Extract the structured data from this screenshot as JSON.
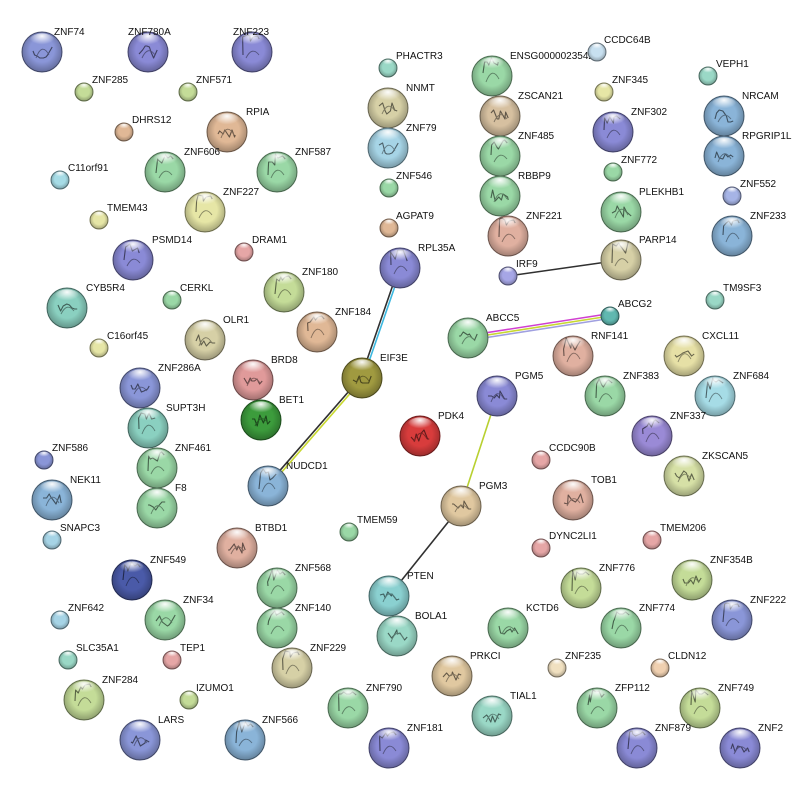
{
  "nodes": [
    {
      "id": "ZNF74",
      "label": "ZNF74",
      "color": "#8a96d8",
      "big": true
    },
    {
      "id": "ZNF780A",
      "label": "ZNF780A",
      "color": "#8a8ad6",
      "big": true
    },
    {
      "id": "ZNF223",
      "label": "ZNF223",
      "color": "#8a8ad6",
      "big": true
    },
    {
      "id": "ZNF285",
      "label": "ZNF285",
      "color": "#c4dc98",
      "big": false
    },
    {
      "id": "ZNF571",
      "label": "ZNF571",
      "color": "#c4dc98",
      "big": false
    },
    {
      "id": "DHRS12",
      "label": "DHRS12",
      "color": "#e0b896",
      "big": false
    },
    {
      "id": "RPIA",
      "label": "RPIA",
      "color": "#e0b896",
      "big": true
    },
    {
      "id": "C11orf91",
      "label": "C11orf91",
      "color": "#a6dce6",
      "big": false
    },
    {
      "id": "ZNF606",
      "label": "ZNF606",
      "color": "#9ad8a6",
      "big": true
    },
    {
      "id": "ZNF587",
      "label": "ZNF587",
      "color": "#9ad8a6",
      "big": true
    },
    {
      "id": "TMEM43",
      "label": "TMEM43",
      "color": "#e6e6a6",
      "big": false
    },
    {
      "id": "ZNF227",
      "label": "ZNF227",
      "color": "#e6e6a6",
      "big": true
    },
    {
      "id": "PSMD14",
      "label": "PSMD14",
      "color": "#8a8ad6",
      "big": true
    },
    {
      "id": "DRAM1",
      "label": "DRAM1",
      "color": "#e6a6a6",
      "big": false
    },
    {
      "id": "CYB5R4",
      "label": "CYB5R4",
      "color": "#8ad0c0",
      "big": true
    },
    {
      "id": "CERKL",
      "label": "CERKL",
      "color": "#9ad8a6",
      "big": false
    },
    {
      "id": "ZNF180",
      "label": "ZNF180",
      "color": "#c4dc98",
      "big": true
    },
    {
      "id": "C16orf45",
      "label": "C16orf45",
      "color": "#e6e6a6",
      "big": false
    },
    {
      "id": "OLR1",
      "label": "OLR1",
      "color": "#d6d0a6",
      "big": true
    },
    {
      "id": "ZNF184",
      "label": "ZNF184",
      "color": "#e0b896",
      "big": true
    },
    {
      "id": "ZNF286A",
      "label": "ZNF286A",
      "color": "#8a96d8",
      "big": true
    },
    {
      "id": "BRD8",
      "label": "BRD8",
      "color": "#e09a9a",
      "big": true
    },
    {
      "id": "SUPT3H",
      "label": "SUPT3H",
      "color": "#8ad0c0",
      "big": true
    },
    {
      "id": "BET1",
      "label": "BET1",
      "color": "#3c9c3c",
      "big": true
    },
    {
      "id": "ZNF586",
      "label": "ZNF586",
      "color": "#8a96d8",
      "big": false
    },
    {
      "id": "ZNF461",
      "label": "ZNF461",
      "color": "#9ad8a6",
      "big": true
    },
    {
      "id": "NEK11",
      "label": "NEK11",
      "color": "#8ab4d8",
      "big": true
    },
    {
      "id": "F8",
      "label": "F8",
      "color": "#9ad8a6",
      "big": true
    },
    {
      "id": "NUDCD1",
      "label": "NUDCD1",
      "color": "#8ab4d8",
      "big": true
    },
    {
      "id": "SNAPC3",
      "label": "SNAPC3",
      "color": "#a6d4e6",
      "big": false
    },
    {
      "id": "BTBD1",
      "label": "BTBD1",
      "color": "#e0b0a0",
      "big": true
    },
    {
      "id": "TMEM59",
      "label": "TMEM59",
      "color": "#9ad8a6",
      "big": false
    },
    {
      "id": "ZNF549",
      "label": "ZNF549",
      "color": "#4a5aa8",
      "big": true
    },
    {
      "id": "ZNF568",
      "label": "ZNF568",
      "color": "#9ad8a6",
      "big": true
    },
    {
      "id": "ZNF642",
      "label": "ZNF642",
      "color": "#a6d4e6",
      "big": false
    },
    {
      "id": "ZNF34",
      "label": "ZNF34",
      "color": "#9ad8a6",
      "big": true
    },
    {
      "id": "ZNF140",
      "label": "ZNF140",
      "color": "#9ad8a6",
      "big": true
    },
    {
      "id": "TEP1",
      "label": "TEP1",
      "color": "#e6a6a6",
      "big": false
    },
    {
      "id": "SLC35A1",
      "label": "SLC35A1",
      "color": "#9ad8c6",
      "big": false
    },
    {
      "id": "ZNF229",
      "label": "ZNF229",
      "color": "#d6d0a6",
      "big": true
    },
    {
      "id": "ZNF284",
      "label": "ZNF284",
      "color": "#c4dc98",
      "big": true
    },
    {
      "id": "IZUMO1",
      "label": "IZUMO1",
      "color": "#c4dc98",
      "big": false
    },
    {
      "id": "LARS",
      "label": "LARS",
      "color": "#8a96d8",
      "big": true
    },
    {
      "id": "ZNF566",
      "label": "ZNF566",
      "color": "#8ab4d8",
      "big": true
    },
    {
      "id": "PHACTR3",
      "label": "PHACTR3",
      "color": "#9ad8c6",
      "big": false
    },
    {
      "id": "NNMT",
      "label": "NNMT",
      "color": "#d6d0a6",
      "big": true
    },
    {
      "id": "ZNF79",
      "label": "ZNF79",
      "color": "#a6d4e6",
      "big": true
    },
    {
      "id": "ZNF546",
      "label": "ZNF546",
      "color": "#9ad8a6",
      "big": false
    },
    {
      "id": "AGPAT9",
      "label": "AGPAT9",
      "color": "#e0b896",
      "big": false
    },
    {
      "id": "RPL35A",
      "label": "RPL35A",
      "color": "#8a8ad6",
      "big": true
    },
    {
      "id": "EIF3E",
      "label": "EIF3E",
      "color": "#a09a40",
      "big": true
    },
    {
      "id": "ENSG00000235423",
      "label": "ENSG00000235423",
      "color": "#9ad8a6",
      "big": true
    },
    {
      "id": "CCDC64B",
      "label": "CCDC64B",
      "color": "#c8e0f0",
      "big": false
    },
    {
      "id": "ZSCAN21",
      "label": "ZSCAN21",
      "color": "#d6c0a0",
      "big": true
    },
    {
      "id": "ZNF345",
      "label": "ZNF345",
      "color": "#e6e6a6",
      "big": false
    },
    {
      "id": "VEPH1",
      "label": "VEPH1",
      "color": "#9ad8c6",
      "big": false
    },
    {
      "id": "ZNF485",
      "label": "ZNF485",
      "color": "#9ad8a6",
      "big": true
    },
    {
      "id": "ZNF302",
      "label": "ZNF302",
      "color": "#8a8ad6",
      "big": true
    },
    {
      "id": "NRCAM",
      "label": "NRCAM",
      "color": "#8ab4d8",
      "big": true
    },
    {
      "id": "RPGRIP1L",
      "label": "RPGRIP1L",
      "color": "#8ab4d8",
      "big": true
    },
    {
      "id": "RBBP9",
      "label": "RBBP9",
      "color": "#9ad8a6",
      "big": true
    },
    {
      "id": "ZNF772",
      "label": "ZNF772",
      "color": "#9ad8a6",
      "big": false
    },
    {
      "id": "ZNF552",
      "label": "ZNF552",
      "color": "#a6b4e6",
      "big": false
    },
    {
      "id": "ZNF221",
      "label": "ZNF221",
      "color": "#e0b0a0",
      "big": true
    },
    {
      "id": "PLEKHB1",
      "label": "PLEKHB1",
      "color": "#9ad8a6",
      "big": true
    },
    {
      "id": "ZNF233",
      "label": "ZNF233",
      "color": "#8ab4d8",
      "big": true
    },
    {
      "id": "IRF9",
      "label": "IRF9",
      "color": "#a6a6e6",
      "big": false
    },
    {
      "id": "PARP14",
      "label": "PARP14",
      "color": "#d6d0a6",
      "big": true
    },
    {
      "id": "TM9SF3",
      "label": "TM9SF3",
      "color": "#9ad8c6",
      "big": false
    },
    {
      "id": "ABCC5",
      "label": "ABCC5",
      "color": "#9ad8a6",
      "big": true
    },
    {
      "id": "ABCG2",
      "label": "ABCG2",
      "color": "#60b8b0",
      "big": false
    },
    {
      "id": "RNF141",
      "label": "RNF141",
      "color": "#e0b0a0",
      "big": true
    },
    {
      "id": "CXCL11",
      "label": "CXCL11",
      "color": "#e6e0a6",
      "big": true
    },
    {
      "id": "PGM5",
      "label": "PGM5",
      "color": "#8a8ad6",
      "big": true
    },
    {
      "id": "ZNF383",
      "label": "ZNF383",
      "color": "#9ad8a6",
      "big": true
    },
    {
      "id": "ZNF684",
      "label": "ZNF684",
      "color": "#a6dce6",
      "big": true
    },
    {
      "id": "PDK4",
      "label": "PDK4",
      "color": "#d83c3c",
      "big": true
    },
    {
      "id": "ZNF337",
      "label": "ZNF337",
      "color": "#9a8ad6",
      "big": true
    },
    {
      "id": "CCDC90B",
      "label": "CCDC90B",
      "color": "#e6a6a6",
      "big": false
    },
    {
      "id": "ZKSCAN5",
      "label": "ZKSCAN5",
      "color": "#d6e0a6",
      "big": true
    },
    {
      "id": "PGM3",
      "label": "PGM3",
      "color": "#e0c8a0",
      "big": true
    },
    {
      "id": "TOB1",
      "label": "TOB1",
      "color": "#e0b0a0",
      "big": true
    },
    {
      "id": "DYNC2LI1",
      "label": "DYNC2LI1",
      "color": "#e6a6a6",
      "big": false
    },
    {
      "id": "TMEM206",
      "label": "TMEM206",
      "color": "#e6a6a6",
      "big": false
    },
    {
      "id": "ZNF354B",
      "label": "ZNF354B",
      "color": "#c4dc98",
      "big": true
    },
    {
      "id": "ZNF776",
      "label": "ZNF776",
      "color": "#c4dc98",
      "big": true
    },
    {
      "id": "PTEN",
      "label": "PTEN",
      "color": "#8ad0d0",
      "big": true
    },
    {
      "id": "ZNF222",
      "label": "ZNF222",
      "color": "#8a96d8",
      "big": true
    },
    {
      "id": "BOLA1",
      "label": "BOLA1",
      "color": "#9ad8c6",
      "big": true
    },
    {
      "id": "KCTD6",
      "label": "KCTD6",
      "color": "#9ad8a6",
      "big": true
    },
    {
      "id": "ZNF774",
      "label": "ZNF774",
      "color": "#9ad8a6",
      "big": true
    },
    {
      "id": "PRKCI",
      "label": "PRKCI",
      "color": "#e0c8a0",
      "big": true
    },
    {
      "id": "ZNF235",
      "label": "ZNF235",
      "color": "#f0e0c0",
      "big": false
    },
    {
      "id": "CLDN12",
      "label": "CLDN12",
      "color": "#f0d0b0",
      "big": false
    },
    {
      "id": "ZNF790",
      "label": "ZNF790",
      "color": "#9ad8a6",
      "big": true
    },
    {
      "id": "TIAL1",
      "label": "TIAL1",
      "color": "#9ad8c6",
      "big": true
    },
    {
      "id": "ZFP112",
      "label": "ZFP112",
      "color": "#9ad8a6",
      "big": true
    },
    {
      "id": "ZNF749",
      "label": "ZNF749",
      "color": "#c4dc98",
      "big": true
    },
    {
      "id": "ZNF181",
      "label": "ZNF181",
      "color": "#8a8ad6",
      "big": true
    },
    {
      "id": "ZNF879",
      "label": "ZNF879",
      "color": "#8a8ad6",
      "big": true
    },
    {
      "id": "ZNF2",
      "label": "ZNF2",
      "color": "#8a8ad6",
      "big": true
    }
  ],
  "edges": [
    {
      "source": "RPL35A",
      "target": "EIF3E",
      "colors": [
        "#3cb8e0",
        "#303030"
      ]
    },
    {
      "source": "EIF3E",
      "target": "NUDCD1",
      "colors": [
        "#c8d830",
        "#303030"
      ]
    },
    {
      "source": "IRF9",
      "target": "PARP14",
      "colors": [
        "#303030"
      ]
    },
    {
      "source": "ABCC5",
      "target": "ABCG2",
      "colors": [
        "#d040d0",
        "#c8d830",
        "#a0a0e0"
      ]
    },
    {
      "source": "PGM5",
      "target": "PGM3",
      "colors": [
        "#b8d030"
      ]
    },
    {
      "source": "PGM3",
      "target": "PTEN",
      "colors": [
        "#303030"
      ]
    }
  ]
}
